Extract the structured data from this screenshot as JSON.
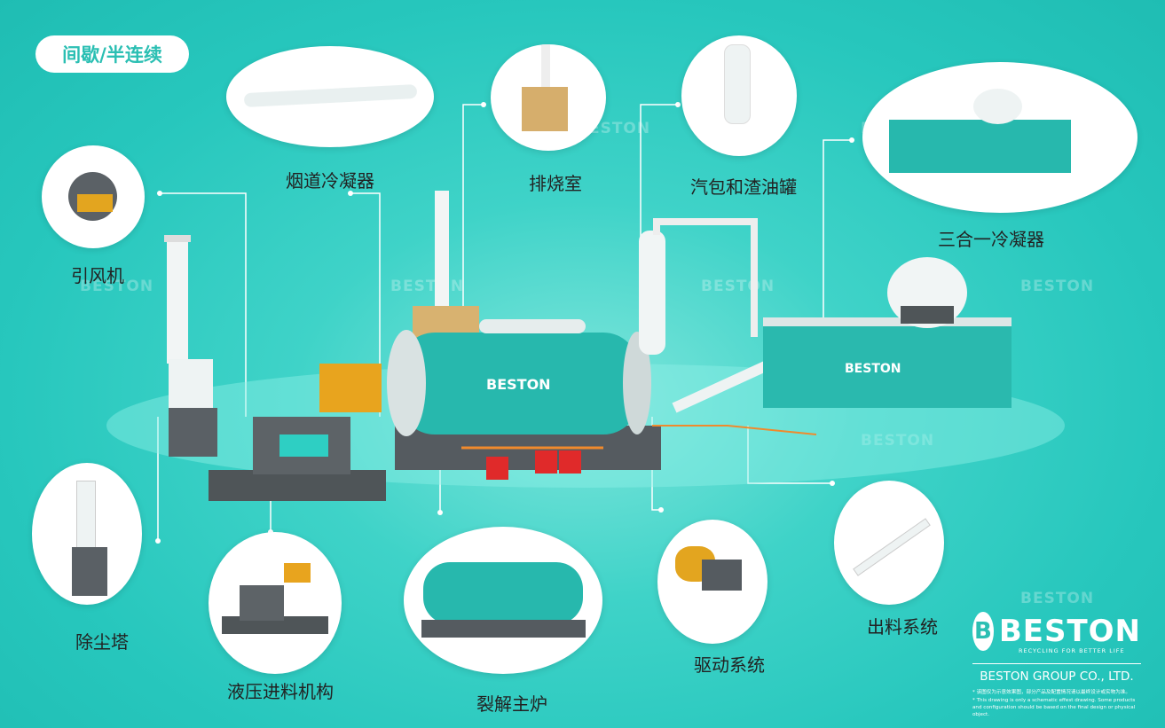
{
  "badge": "间歇/半连续",
  "components": [
    {
      "id": "flue-condenser",
      "label": "烟道冷凝器"
    },
    {
      "id": "induced-fan",
      "label": "引风机"
    },
    {
      "id": "exhaust-chamber",
      "label": "排烧室"
    },
    {
      "id": "steam-drum-oil-tank",
      "label": "汽包和渣油罐"
    },
    {
      "id": "three-in-one-condenser",
      "label": "三合一冷凝器"
    },
    {
      "id": "dust-tower",
      "label": "除尘塔"
    },
    {
      "id": "hydraulic-feeder",
      "label": "液压进料机构"
    },
    {
      "id": "main-reactor",
      "label": "裂解主炉"
    },
    {
      "id": "drive-system",
      "label": "驱动系统"
    },
    {
      "id": "discharge-system",
      "label": "出料系统"
    }
  ],
  "watermark": "BESTON",
  "reactor_text": "BESTON",
  "logo": {
    "name": "BESTON",
    "tagline": "RECYCLING FOR BETTER LIFE",
    "company": "BESTON GROUP CO., LTD.",
    "disclaimer_cn": "* 该图仅为示意效果图，部分产品及配置情况请以最终设计或实物为准。",
    "disclaimer_en": "* This drawing is only a schematic effest drawing. Some products and configuration should be based on the final design or physical object."
  },
  "colors": {
    "background": "#2ccbc0",
    "accent": "#2bbfb3",
    "machine_teal": "#27b8ad",
    "dark": "#555b60",
    "pipe_orange": "#f08a2c",
    "burner_red": "#e02a2a"
  }
}
